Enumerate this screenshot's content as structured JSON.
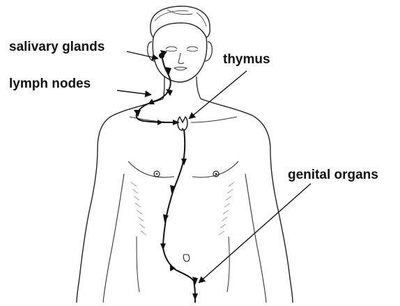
{
  "labels": {
    "salivary_glands": "salivary glands",
    "lymph_nodes": "lymph nodes",
    "thymus": "thymus",
    "genital_organs": "genital organs"
  },
  "colors": {
    "ink": "#111111",
    "background": "#ffffff",
    "shading": "#9a9a9a"
  }
}
